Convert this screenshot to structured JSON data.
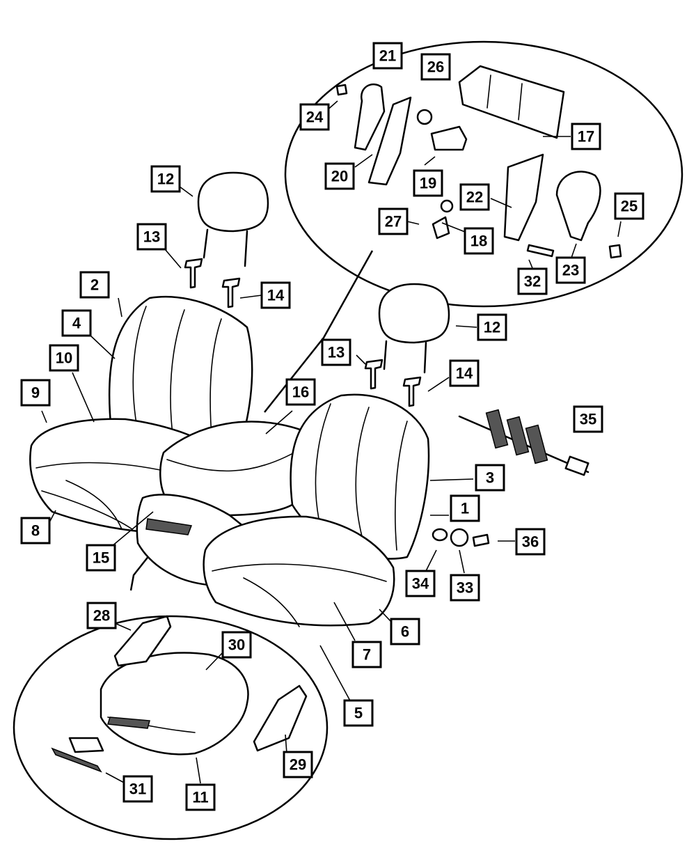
{
  "callouts": [
    "1",
    "2",
    "3",
    "4",
    "5",
    "6",
    "7",
    "8",
    "9",
    "10",
    "11",
    "12",
    "12",
    "13",
    "13",
    "14",
    "14",
    "15",
    "16",
    "17",
    "18",
    "19",
    "20",
    "21",
    "22",
    "23",
    "24",
    "25",
    "26",
    "27",
    "28",
    "29",
    "30",
    "31",
    "32",
    "33",
    "34",
    "35",
    "36"
  ]
}
